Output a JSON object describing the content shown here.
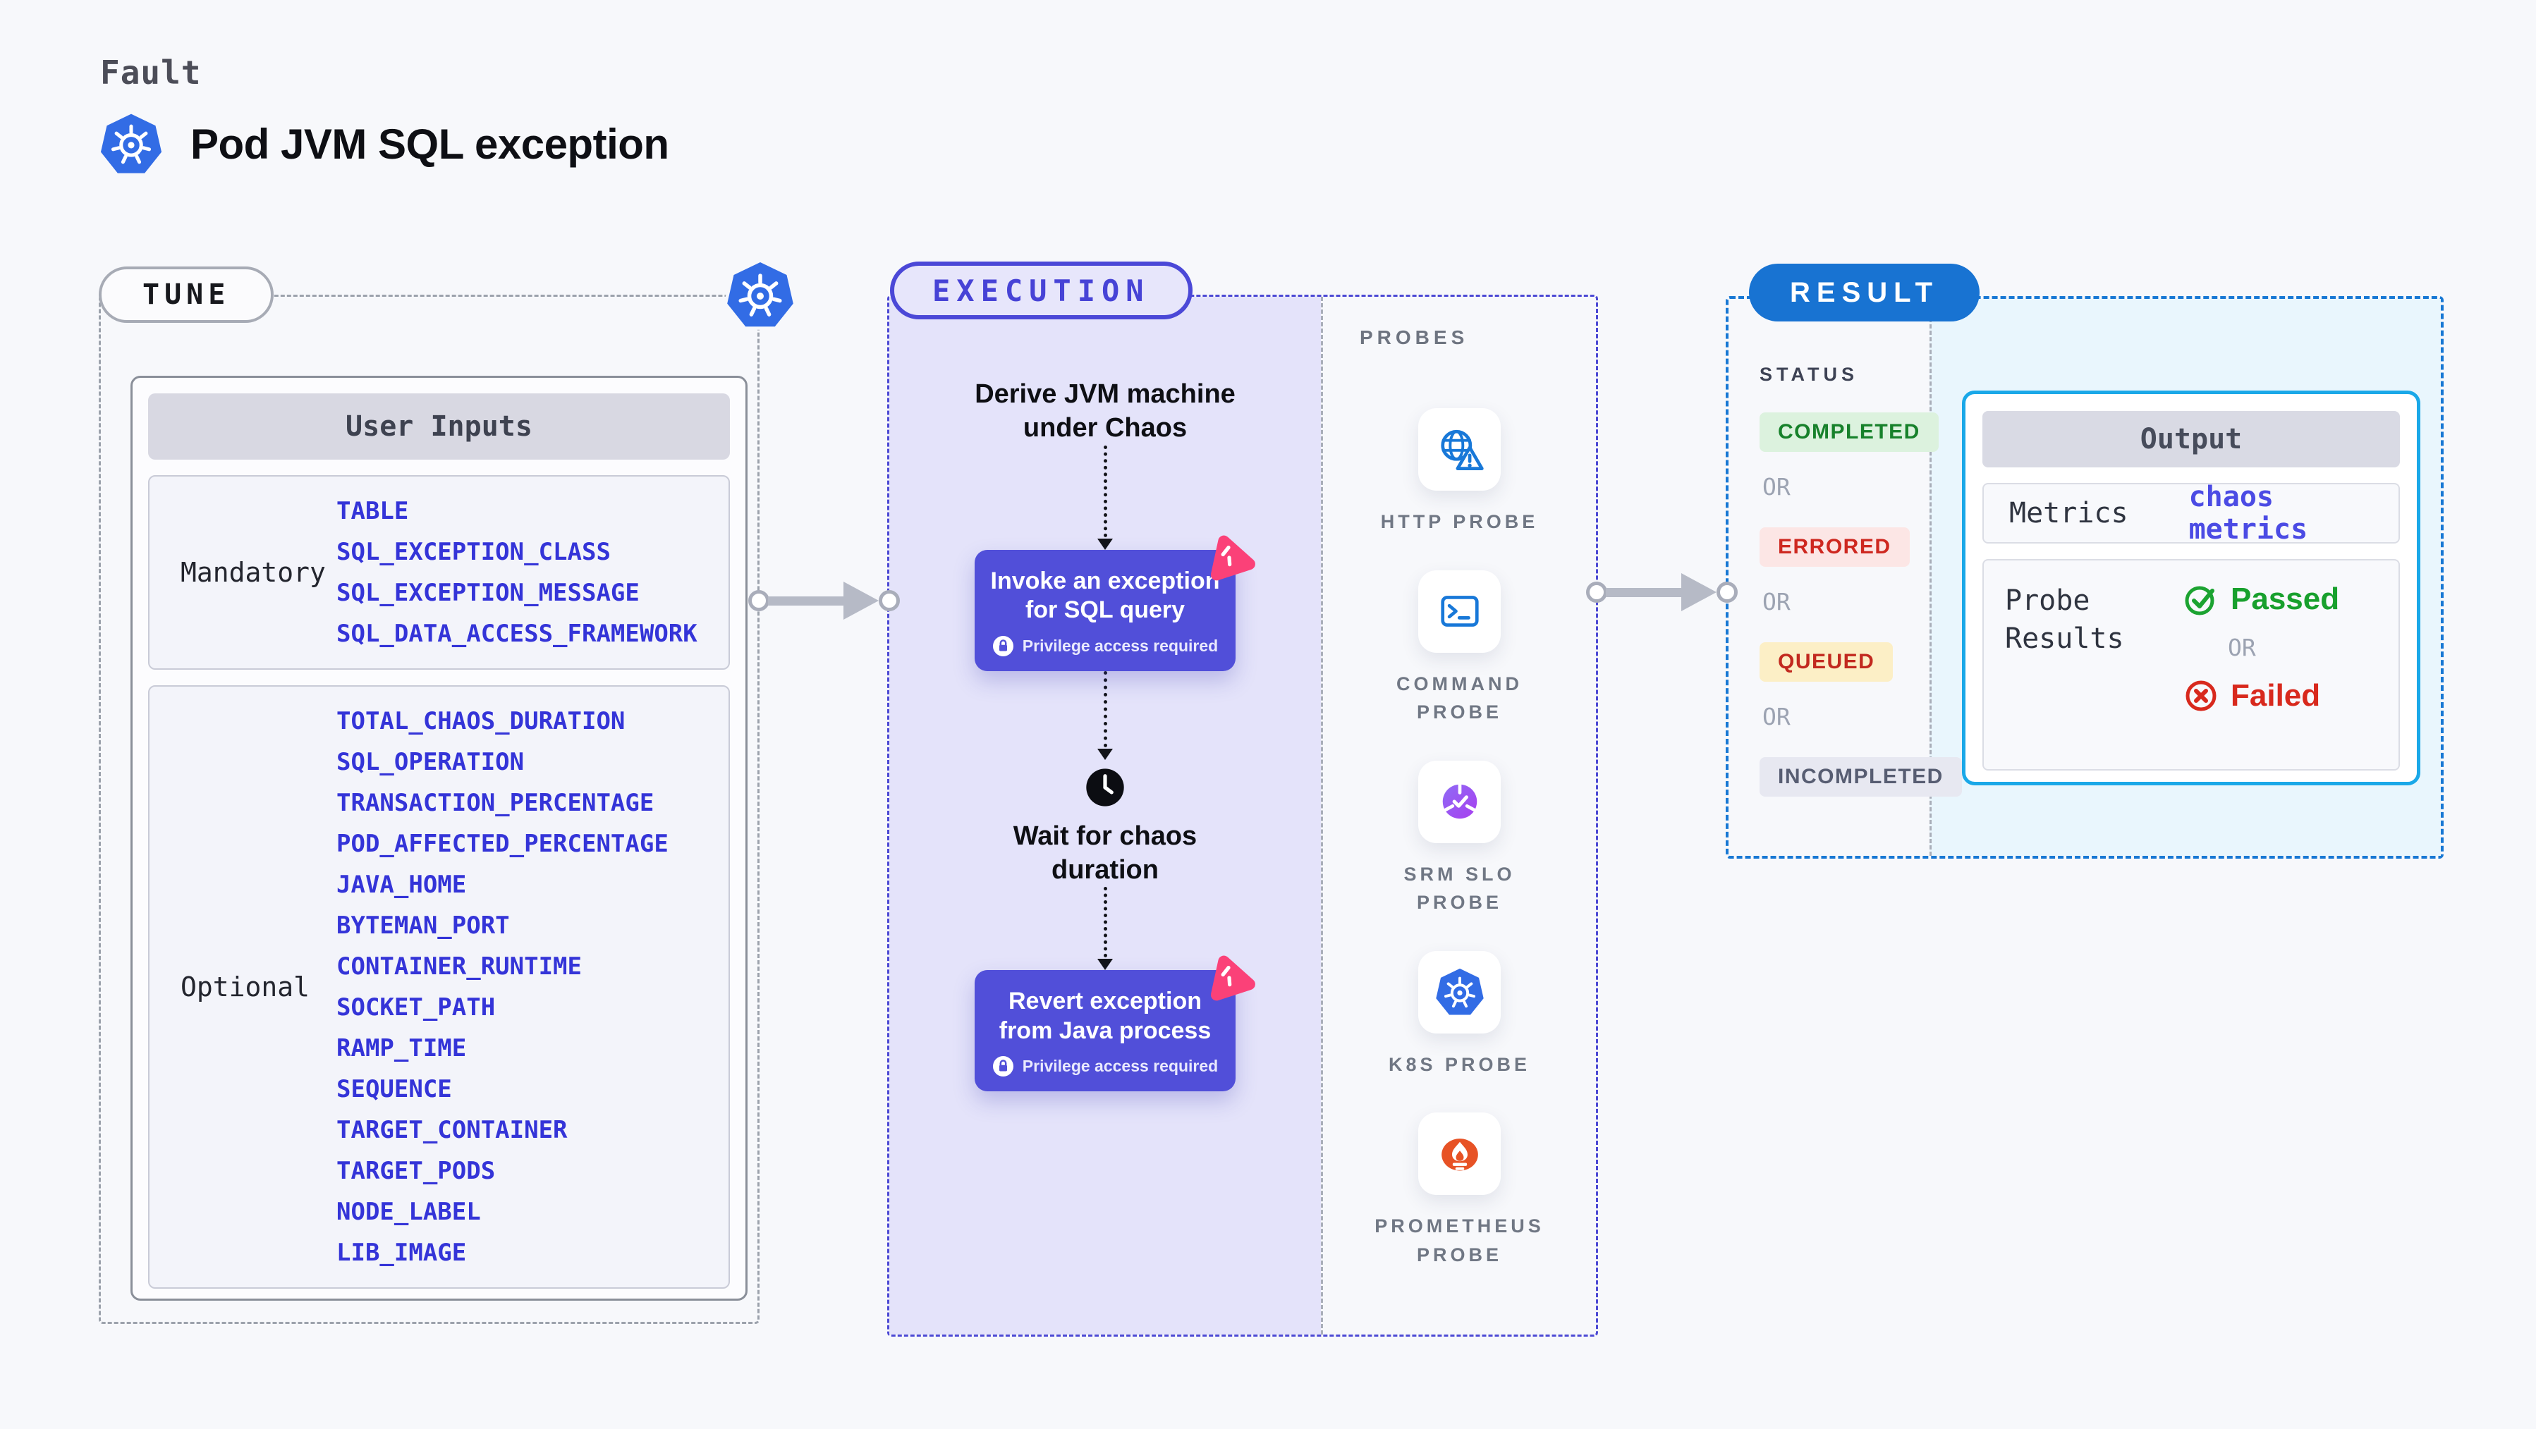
{
  "colors": {
    "page_bg": "#F7F8FB",
    "k8s_blue": "#326CE5",
    "card_indigo": "#514FD9",
    "execution_accent": "#4B48D7",
    "result_blue": "#1873D2",
    "output_border": "#1AA8E8",
    "chaos_pink": "#FB4178",
    "prometheus_orange": "#E75225",
    "passed_green": "#18A02D",
    "failed_red": "#D8291D",
    "param_indigo": "#3434D8",
    "link_indigo": "#4B4BE4"
  },
  "header": {
    "eyebrow": "Fault",
    "title": "Pod JVM SQL exception"
  },
  "tune": {
    "pill": "TUNE",
    "panel_title": "User Inputs",
    "mandatory_label": "Mandatory",
    "mandatory_items": [
      "TABLE",
      "SQL_EXCEPTION_CLASS",
      "SQL_EXCEPTION_MESSAGE",
      "SQL_DATA_ACCESS_FRAMEWORK"
    ],
    "optional_label": "Optional",
    "optional_items": [
      "TOTAL_CHAOS_DURATION",
      "SQL_OPERATION",
      "TRANSACTION_PERCENTAGE",
      "POD_AFFECTED_PERCENTAGE",
      "JAVA_HOME",
      "BYTEMAN_PORT",
      "CONTAINER_RUNTIME",
      "SOCKET_PATH",
      "RAMP_TIME",
      "SEQUENCE",
      "TARGET_CONTAINER",
      "TARGET_PODS",
      "NODE_LABEL",
      "LIB_IMAGE"
    ]
  },
  "execution": {
    "pill": "EXECUTION",
    "step_derive_line1": "Derive JVM machine",
    "step_derive_line2": "under Chaos",
    "card1_line1": "Invoke an exception",
    "card1_line2": "for SQL query",
    "privilege_badge": "Privilege access required",
    "wait_line1": "Wait for chaos",
    "wait_line2": "duration",
    "card2_line1": "Revert exception",
    "card2_line2": "from Java process",
    "probes_title": "PROBES",
    "probes": [
      {
        "label": "HTTP PROBE"
      },
      {
        "label": "COMMAND PROBE"
      },
      {
        "label": "SRM SLO PROBE"
      },
      {
        "label": "K8S PROBE"
      },
      {
        "label": "PROMETHEUS PROBE"
      }
    ]
  },
  "result": {
    "pill": "RESULT",
    "status_title": "STATUS",
    "or": "OR",
    "badges": [
      {
        "label": "COMPLETED"
      },
      {
        "label": "ERRORED"
      },
      {
        "label": "QUEUED"
      },
      {
        "label": "INCOMPLETED"
      }
    ],
    "output": {
      "title": "Output",
      "metrics_label": "Metrics",
      "metrics_value": "chaos metrics",
      "probe_results_label": "Probe Results",
      "passed": "Passed",
      "or": "OR",
      "failed": "Failed"
    }
  }
}
